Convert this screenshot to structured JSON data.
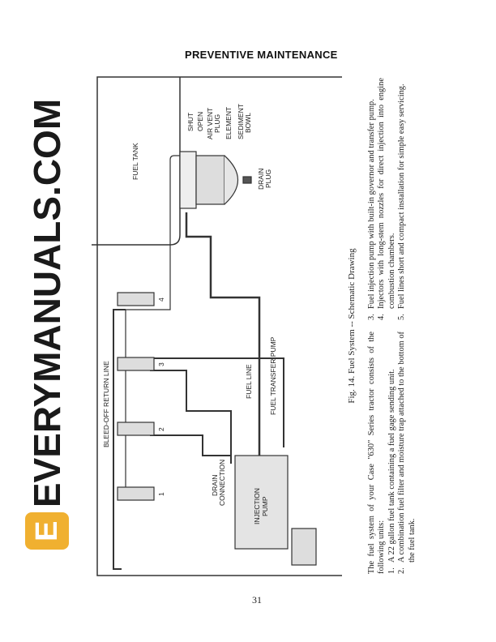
{
  "header": {
    "title": "PREVENTIVE MAINTENANCE"
  },
  "figure": {
    "caption": "Fig. 14. Fuel System -- Schematic Drawing",
    "labels": {
      "fuel_tank": "FUEL TANK",
      "shut": "SHUT",
      "open": "OPEN",
      "air_vent_plug_1": "AIR VENT",
      "air_vent_plug_2": "PLUG",
      "element": "ELEMENT",
      "sediment_bowl_1": "SEDIMENT",
      "sediment_bowl_2": "BOWL",
      "drain_plug_1": "DRAIN",
      "drain_plug_2": "PLUG",
      "bleed_off_return_line": "BLEED-OFF  RETURN  LINE",
      "fuel_line": "FUEL LINE",
      "fuel_transfer_pump": "FUEL TRANSFER PUMP",
      "drain_connection_1": "DRAIN",
      "drain_connection_2": "CONNECTION",
      "injection_pump_1": "INJECTION",
      "injection_pump_2": "PUMP",
      "injector_numbers": [
        "1",
        "2",
        "3",
        "4"
      ]
    }
  },
  "body": {
    "intro": "The fuel system of your Case \"630\" Series tractor consists of the following units:",
    "items": [
      {
        "n": "1.",
        "text": "A 22 gallon fuel tank containing a fuel gage sending unit."
      },
      {
        "n": "2.",
        "text": "A combination fuel filter and moisture trap attached to the bottom of the fuel tank."
      },
      {
        "n": "3.",
        "text": "Fuel injection pump with built-in governor and transfer pump."
      },
      {
        "n": "4.",
        "text": "Injectors with long-stem nozzles for direct injection into engine combustion chambers."
      },
      {
        "n": "5.",
        "text": "Fuel lines short and compact installation for simple easy servicing."
      }
    ]
  },
  "page_number": "31",
  "watermark": {
    "text": "EVERYMANUALS.COM",
    "logo_letter": "E",
    "color": "#f0b030"
  }
}
